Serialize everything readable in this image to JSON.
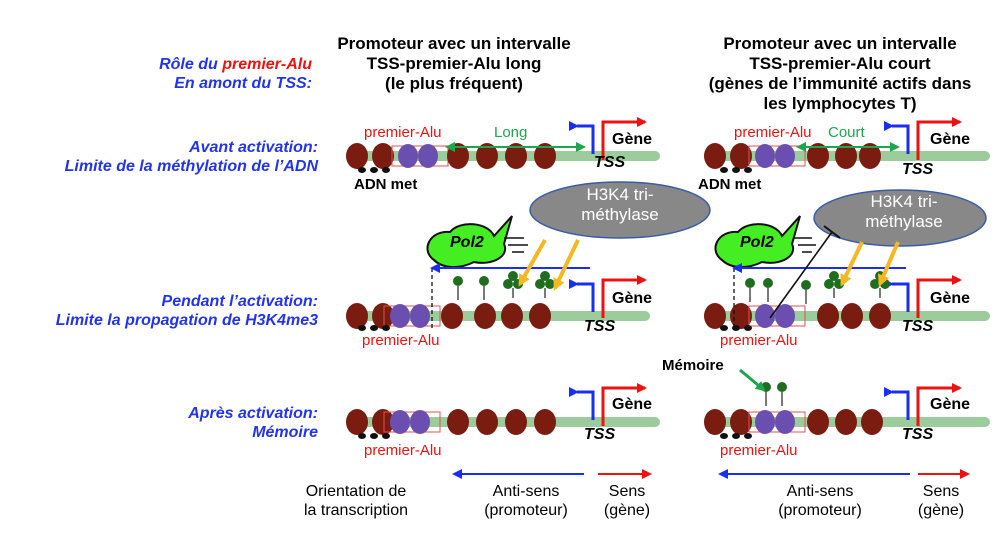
{
  "rows": {
    "role": {
      "line1_prefix": "Rôle du ",
      "line1_highlight": "premier-Alu",
      "line2": "En amont du TSS:"
    },
    "before": {
      "line1": "Avant activation:",
      "line2": "Limite de la méthylation de l’ADN"
    },
    "during": {
      "line1": "Pendant l’activation:",
      "line2": "Limite la propagation de H3K4me3"
    },
    "after": {
      "line1": "Après activation:",
      "line2": "Mémoire"
    }
  },
  "columns": {
    "long": {
      "line1": "Promoteur avec un intervalle",
      "line2": "TSS-premier-Alu long",
      "line3": "(le plus fréquent)"
    },
    "short": {
      "line1": "Promoteur avec un intervalle",
      "line2": "TSS-premier-Alu court",
      "line3": "(gènes de l’immunité actifs dans",
      "line4": "les lymphocytes T)"
    }
  },
  "labels": {
    "premier_alu": "premier-Alu",
    "gene": "Gène",
    "tss": "TSS",
    "adn_met": "ADN met",
    "long": "Long",
    "court": "Court",
    "h3k4_line1": "H3K4 tri-",
    "h3k4_line2": "méthylase",
    "pol2": "Pol2",
    "memoire": "Mémoire"
  },
  "footer": {
    "orientation_line1": "Orientation de",
    "orientation_line2": "la transcription",
    "antisens_line1": "Anti-sens",
    "antisens_line2": "(promoteur)",
    "sens_line1": "Sens",
    "sens_line2": "(gène)"
  },
  "colors": {
    "label_blue": "#2233ee",
    "alu_red": "#ee1111",
    "nucleosome": "#7a1c10",
    "alu_nucleosome": "#6b4fb0",
    "dna_strand": "#9ccc9c",
    "pol2_green": "#44ee22",
    "enzyme_gray": "#888888",
    "arrow_orange": "#f5b820",
    "h3k4me3_green": "#1f6e1f",
    "long_court_green": "#1aa84a"
  }
}
